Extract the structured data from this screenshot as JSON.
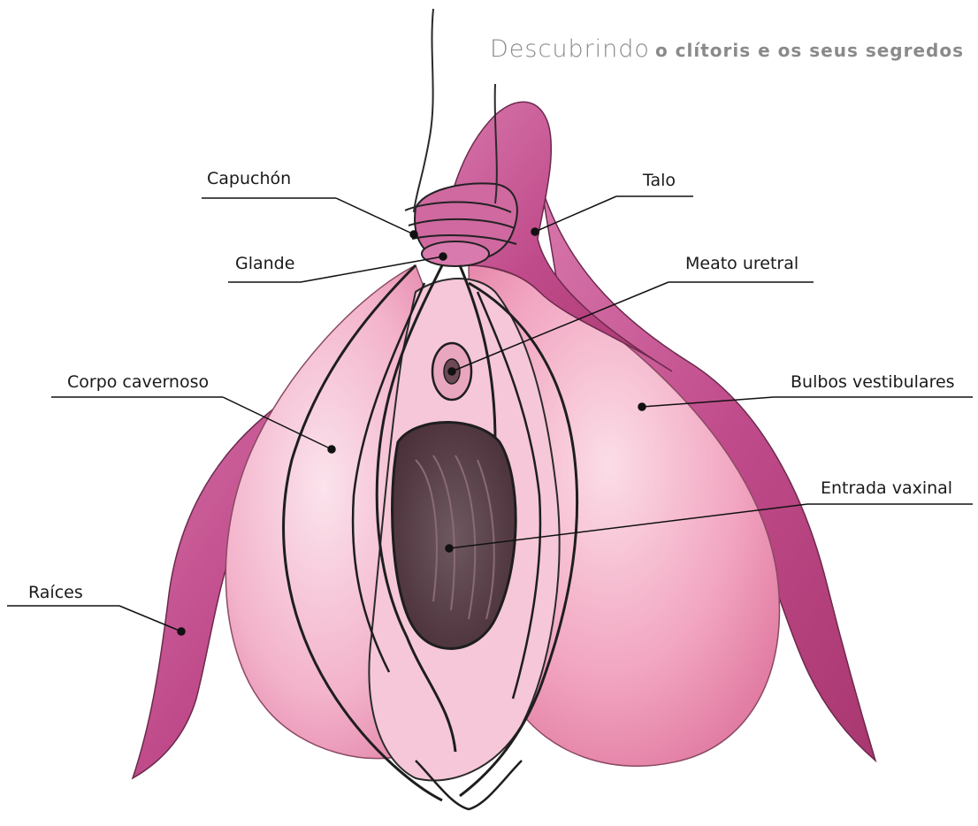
{
  "header": {
    "title_light": "Descubrindo",
    "title_bold": "o clítoris e os seus segredos"
  },
  "labels": {
    "capuchon": "Capuchón",
    "glande": "Glande",
    "talo": "Talo",
    "meato": "Meato uretral",
    "corpo": "Corpo cavernoso",
    "bulbos": "Bulbos vestibulares",
    "entrada": "Entrada vaxinal",
    "raices": "Raíces"
  },
  "colors": {
    "body": "#c4508e",
    "body_dark": "#a8376f",
    "bulb": "#f0a2bf",
    "bulb_light": "#f9d6e3",
    "outline": "#1f1f1f",
    "hole": "#5c4048"
  }
}
